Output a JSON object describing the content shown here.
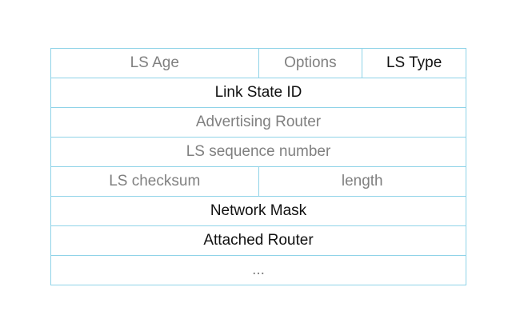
{
  "diagram": {
    "rows": [
      [
        {
          "text": "LS Age",
          "tone": "gray"
        },
        {
          "text": "Options",
          "tone": "gray"
        },
        {
          "text": "LS Type",
          "tone": "dark"
        }
      ],
      [
        {
          "text": "Link State ID",
          "tone": "dark"
        }
      ],
      [
        {
          "text": "Advertising Router",
          "tone": "gray"
        }
      ],
      [
        {
          "text": "LS sequence number",
          "tone": "gray"
        }
      ],
      [
        {
          "text": "LS checksum",
          "tone": "gray"
        },
        {
          "text": "length",
          "tone": "gray"
        }
      ],
      [
        {
          "text": "Network Mask",
          "tone": "dark"
        }
      ],
      [
        {
          "text": "Attached Router",
          "tone": "dark"
        }
      ],
      [
        {
          "text": "...",
          "tone": "gray"
        }
      ]
    ],
    "colors": {
      "border": "#8fd3e8",
      "gray_text": "#808080",
      "dark_text": "#111111"
    }
  }
}
